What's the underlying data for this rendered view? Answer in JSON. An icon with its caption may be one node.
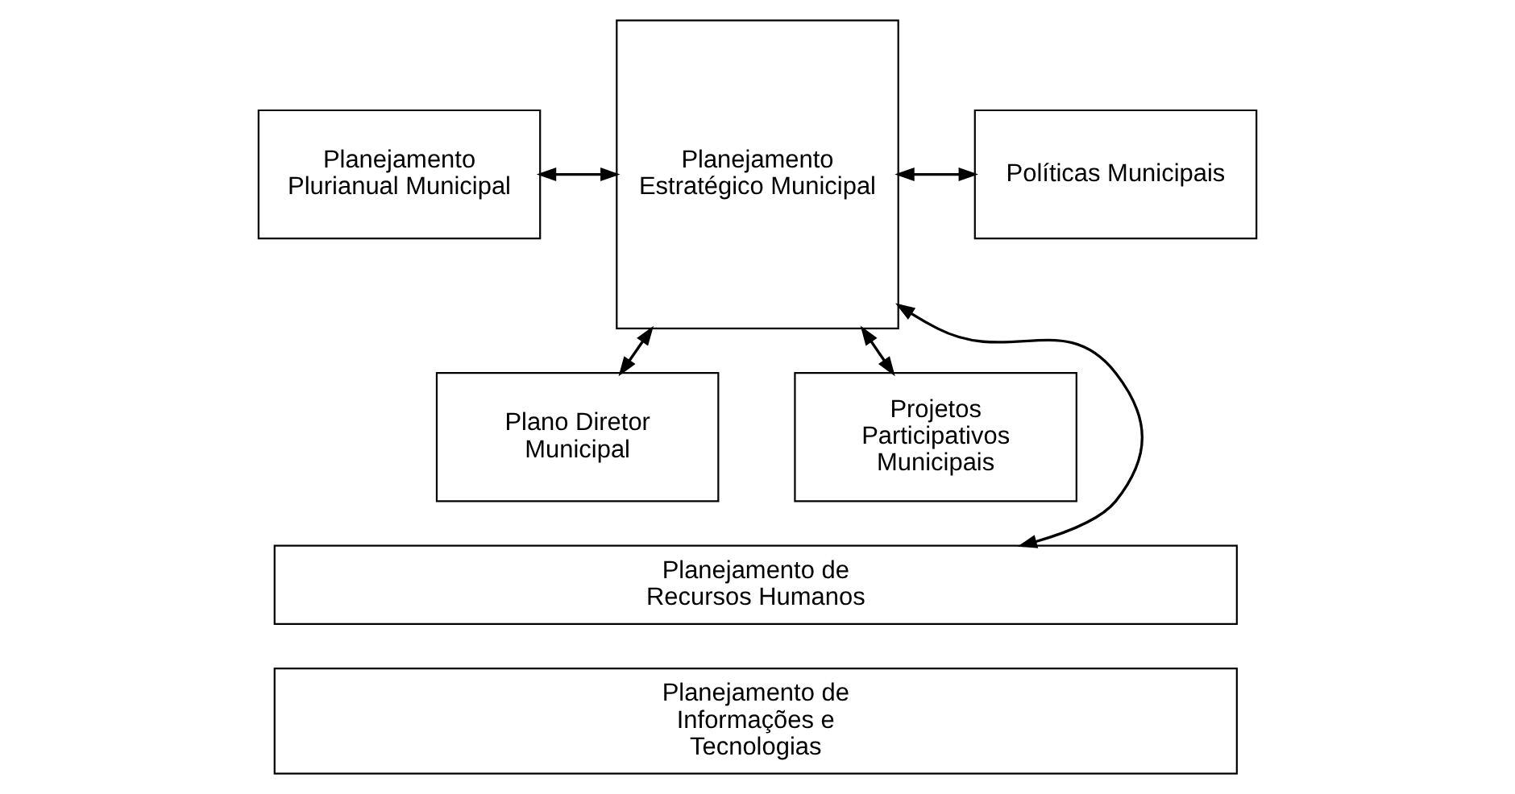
{
  "diagram": {
    "nodes": [
      {
        "text": [
          "Planejamento Plurianual Municipal"
        ]
      },
      {
        "text": [
          "Plano Diretor Municipal"
        ]
      },
      {
        "text": [
          "Planejamento Estratégico Municipal"
        ]
      },
      {
        "text": [
          "Políticas Municipais"
        ]
      },
      {
        "text": [
          "Projetos Participativos Municipais"
        ]
      },
      {
        "text": [
          "Planejamento de Recursos Humanos"
        ]
      },
      {
        "text": [
          "Planejamento de Informações e Tecnologias"
        ]
      }
    ],
    "edges": [
      {
        "from": 0,
        "to": 2,
        "arrow": "both"
      },
      {
        "from": 1,
        "to": 2,
        "arrow": "both"
      },
      {
        "from": 2,
        "to": 3,
        "arrow": "both"
      },
      {
        "from": 2,
        "to": 4,
        "arrow": "both"
      },
      {
        "from": 2,
        "to": 5,
        "arrow": "both"
      }
    ]
  }
}
